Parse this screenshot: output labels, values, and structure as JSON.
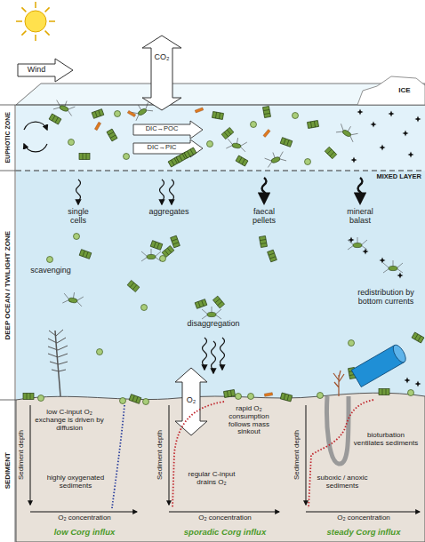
{
  "diagram": {
    "nodes": [
      {
        "text": [
          "EUPHOTIC ZONE"
        ]
      },
      {
        "text": [
          "DEEP OCEAN / TWILIGHT ZONE"
        ]
      },
      {
        "text": [
          "SEDIMENT"
        ]
      }
    ],
    "labels": [
      "Wind",
      "CO₂",
      "DIC→POC",
      "DIC→PIC",
      "ICE",
      "MIXED LAYER",
      "single cells",
      "aggregates",
      "faecal pellets",
      "mineral balast",
      "scavenging",
      "disaggregation",
      "redistribution by bottom currents",
      "O₂",
      "low C-input O₂ exchange is driven by diffusion",
      "rapid O₂ consumption follows mass sinkout",
      "bioturbation ventilates sediments",
      "Sediment depth",
      "highly oxygenated sediments",
      "Sediment depth",
      "regular C-input drains O₂",
      "Sediment depth",
      "suboxic / anoxic sediments",
      "O₂ concentration",
      "O₂ concentration",
      "O₂ concentration",
      "low Corg influx",
      "sporadic Corg influx",
      "steady Corg influx"
    ]
  }
}
